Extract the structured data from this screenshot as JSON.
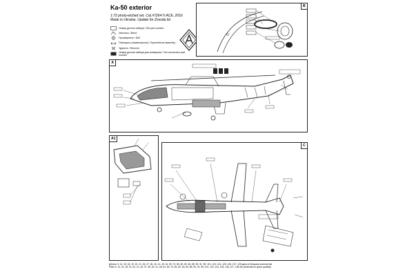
{
  "sheet": {
    "title": "Ka-50 exterior",
    "scale_line": "1:72 photo-etched set. Cat.#7264 © ACE, 2016",
    "made_line": "Made in Ukraine. Update for Zvezda kit."
  },
  "legend": [
    {
      "icon": "part-number-icon",
      "text": "Номер детали набора / Set part number"
    },
    {
      "icon": "bend-icon",
      "text": "Изогнуть / Bend"
    },
    {
      "icon": "drill-icon",
      "text": "Просверлить / Drill"
    },
    {
      "icon": "symmetric-icon",
      "text": "Повторить (симметрично) / Symmetrical assembly"
    },
    {
      "icon": "remove-icon",
      "text": "Удалить / Remove"
    },
    {
      "icon": "conversion-icon",
      "text": "Номер детали набора для конверсии / Set conversion part number"
    }
  ],
  "panels": [
    {
      "id": "B",
      "label": "B"
    },
    {
      "id": "A",
      "label": "A"
    },
    {
      "id": "A1",
      "label": "A1"
    },
    {
      "id": "C",
      "label": "C"
    }
  ],
  "footnote": {
    "line1": "Детали 3, 14, 15, 18, 19, 20, 21, 26, 27, 36, 40, 41, 49, 61, 69, 70, 80, 82, 83, 84, 85, 90, 91, 99, 101, 123, 124, 125, 126, 127, 128 даны в большем количестве",
    "line2": "Parts 3, 14, 15, 18, 19, 20, 21, 26, 27, 36, 40, 41, 49, 61, 69, 70, 80, 82, 83, 84, 85, 90, 91, 99, 101, 123, 124, 125, 126, 127, 128 are presented in spare quantity"
  },
  "colors": {
    "ink": "#222222",
    "paper": "#ffffff",
    "shade": "#555555"
  }
}
